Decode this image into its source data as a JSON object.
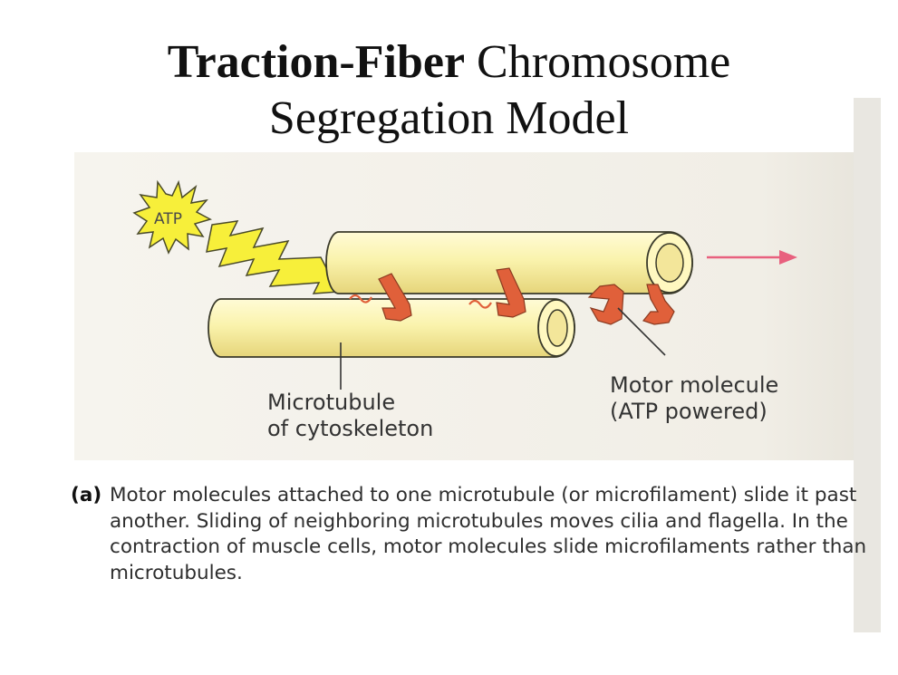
{
  "title": {
    "bold_part": "Traction-Fiber",
    "regular_part_line1": " Chromosome",
    "line2": "Segregation Model"
  },
  "figure": {
    "atp_label": "ATP",
    "microtubule_label_line1": "Microtubule",
    "microtubule_label_line2": "of cytoskeleton",
    "motor_label_line1": "Motor molecule",
    "motor_label_line2": "(ATP powered)",
    "caption_marker": "(a)",
    "caption_text": "Motor molecules attached to one microtubule (or microfilament) slide it past another. Sliding of neighboring microtubules moves cilia and flagella. In the contraction of muscle cells, motor molecules slide microfilaments rather than microtubules.",
    "colors": {
      "tube_fill": "#faf3ad",
      "tube_outline": "#3a3a2a",
      "motor": "#e0603a",
      "atp_burst": "#f7ef3a",
      "arrow": "#e8607e",
      "panel_bg": "#f4f1ea"
    }
  }
}
